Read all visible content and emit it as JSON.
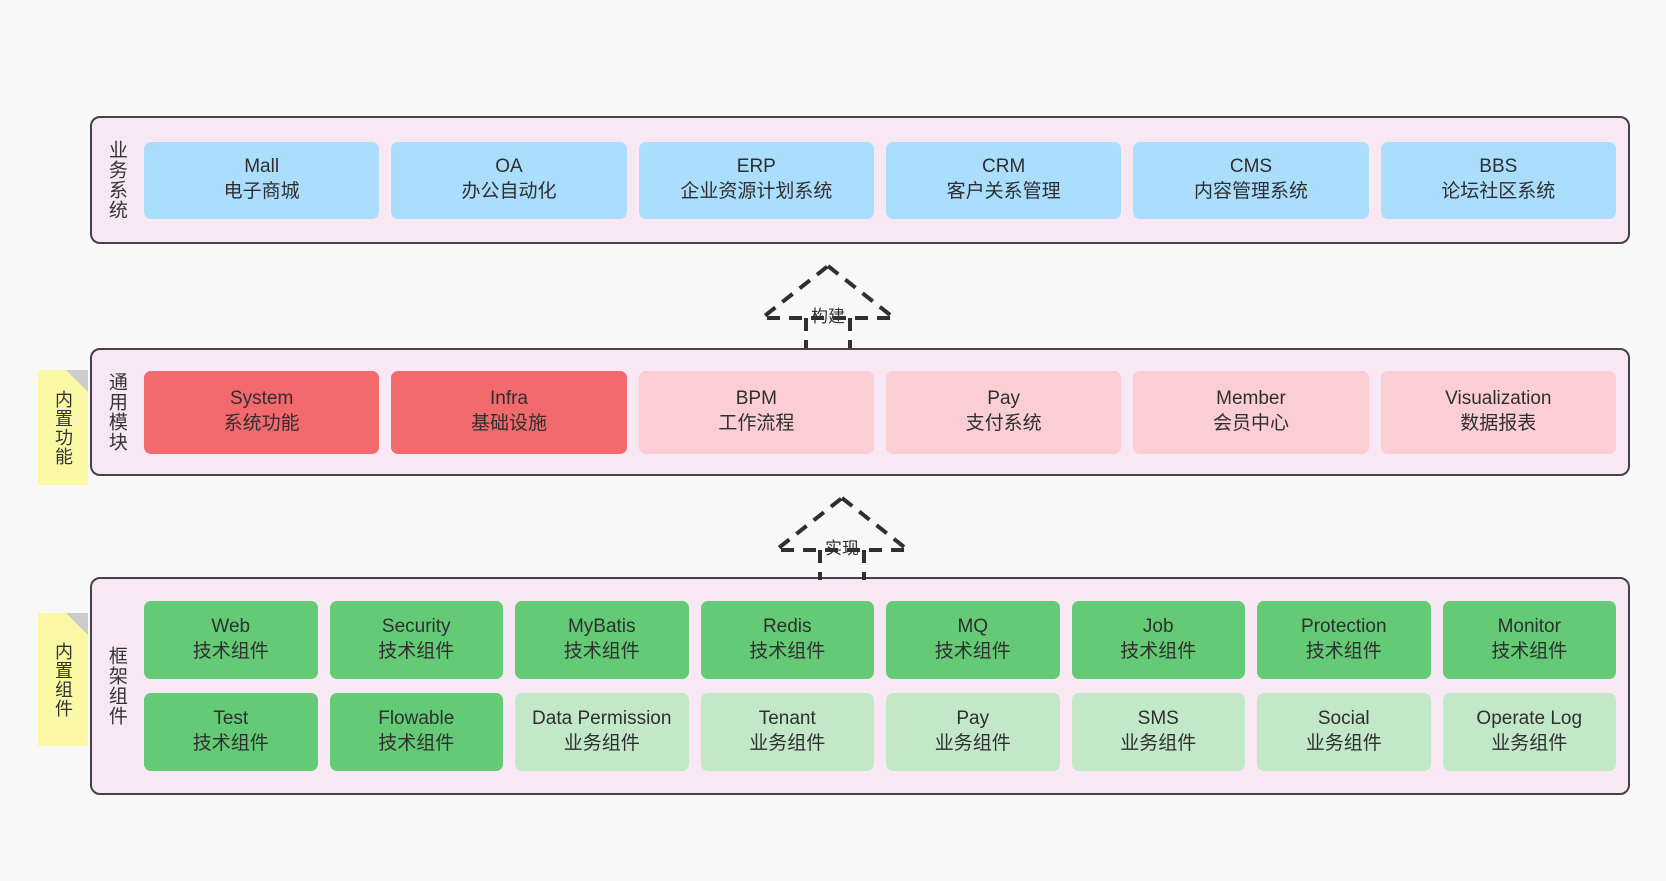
{
  "diagram": {
    "background_color": "#f8f8f8",
    "panel_fill": "#f8e8f4",
    "panel_border": "#4a4049",
    "note_fill": "#fbf8a6"
  },
  "layers": [
    {
      "title": "业务系统",
      "accent": "#abddfd",
      "rows": [
        [
          {
            "name": "Mall",
            "desc": "电子商城",
            "style": "c-blue"
          },
          {
            "name": "OA",
            "desc": "办公自动化",
            "style": "c-blue"
          },
          {
            "name": "ERP",
            "desc": "企业资源计划系统",
            "style": "c-blue"
          },
          {
            "name": "CRM",
            "desc": "客户关系管理",
            "style": "c-blue"
          },
          {
            "name": "CMS",
            "desc": "内容管理系统",
            "style": "c-blue"
          },
          {
            "name": "BBS",
            "desc": "论坛社区系统",
            "style": "c-blue"
          }
        ]
      ]
    },
    {
      "title": "通用模块",
      "note": "内置功能",
      "accent": "#f2696e",
      "rows": [
        [
          {
            "name": "System",
            "desc": "系统功能",
            "style": "c-red-strong"
          },
          {
            "name": "Infra",
            "desc": "基础设施",
            "style": "c-red-strong"
          },
          {
            "name": "BPM",
            "desc": "工作流程",
            "style": "c-red-light"
          },
          {
            "name": "Pay",
            "desc": "支付系统",
            "style": "c-red-light"
          },
          {
            "name": "Member",
            "desc": "会员中心",
            "style": "c-red-light"
          },
          {
            "name": "Visualization",
            "desc": "数据报表",
            "style": "c-red-light"
          }
        ]
      ]
    },
    {
      "title": "框架组件",
      "note": "内置组件",
      "accent": "#64ca76",
      "rows": [
        [
          {
            "name": "Web",
            "desc": "技术组件",
            "style": "c-green-strong"
          },
          {
            "name": "Security",
            "desc": "技术组件",
            "style": "c-green-strong"
          },
          {
            "name": "MyBatis",
            "desc": "技术组件",
            "style": "c-green-strong"
          },
          {
            "name": "Redis",
            "desc": "技术组件",
            "style": "c-green-strong"
          },
          {
            "name": "MQ",
            "desc": "技术组件",
            "style": "c-green-strong"
          },
          {
            "name": "Job",
            "desc": "技术组件",
            "style": "c-green-strong"
          },
          {
            "name": "Protection",
            "desc": "技术组件",
            "style": "c-green-strong"
          },
          {
            "name": "Monitor",
            "desc": "技术组件",
            "style": "c-green-strong"
          }
        ],
        [
          {
            "name": "Test",
            "desc": "技术组件",
            "style": "c-green-strong"
          },
          {
            "name": "Flowable",
            "desc": "技术组件",
            "style": "c-green-strong"
          },
          {
            "name": "Data Permission",
            "desc": "业务组件",
            "style": "c-green-light"
          },
          {
            "name": "Tenant",
            "desc": "业务组件",
            "style": "c-green-light"
          },
          {
            "name": "Pay",
            "desc": "业务组件",
            "style": "c-green-light"
          },
          {
            "name": "SMS",
            "desc": "业务组件",
            "style": "c-green-light"
          },
          {
            "name": "Social",
            "desc": "业务组件",
            "style": "c-green-light"
          },
          {
            "name": "Operate Log",
            "desc": "业务组件",
            "style": "c-green-light"
          }
        ]
      ]
    }
  ],
  "connectors": [
    {
      "label": "构建"
    },
    {
      "label": "实现"
    }
  ]
}
